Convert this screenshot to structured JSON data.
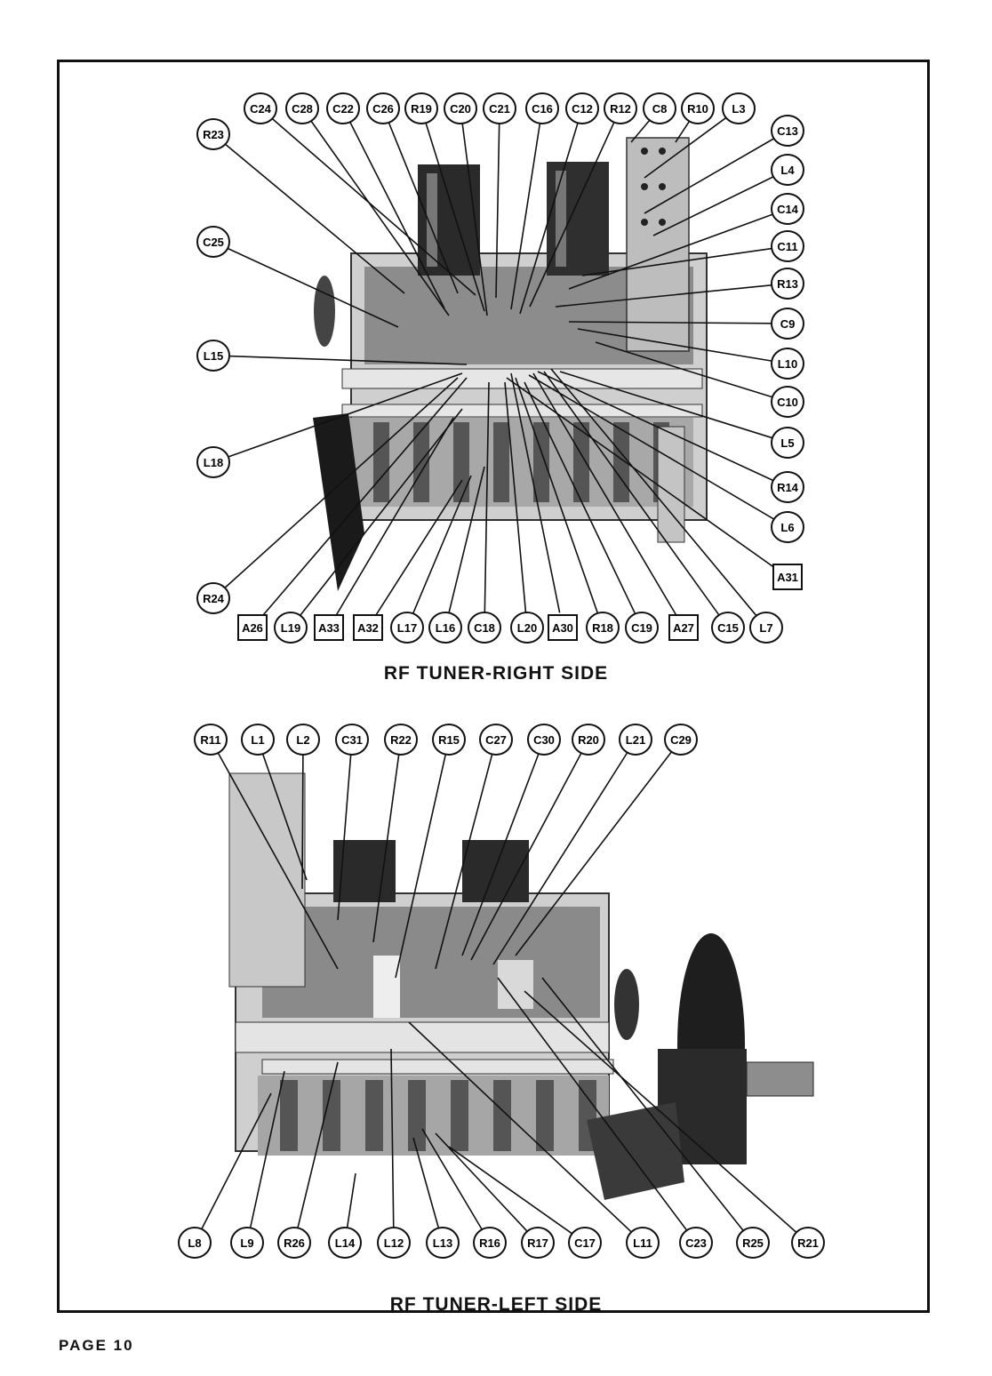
{
  "figures": [
    {
      "caption": "RF TUNER-RIGHT SIDE",
      "callouts": [
        "C24",
        "C28",
        "C22",
        "C26",
        "R19",
        "C20",
        "C21",
        "C16",
        "C12",
        "R12",
        "C8",
        "R10",
        "L3",
        "R23",
        "C25",
        "L15",
        "L18",
        "R24",
        "C13",
        "L4",
        "C14",
        "C11",
        "R13",
        "C9",
        "L10",
        "C10",
        "L5",
        "R14",
        "L6",
        "A31",
        "A26",
        "L19",
        "A33",
        "A32",
        "L17",
        "L16",
        "C18",
        "L20",
        "A30",
        "R18",
        "C19",
        "A27",
        "C15",
        "L7"
      ]
    },
    {
      "caption": "RF TUNER-LEFT SIDE",
      "callouts": [
        "R11",
        "L1",
        "L2",
        "C31",
        "R22",
        "R15",
        "C27",
        "C30",
        "R20",
        "L21",
        "C29",
        "L8",
        "L9",
        "R26",
        "L14",
        "L12",
        "L13",
        "R16",
        "R17",
        "C17",
        "L11",
        "C23",
        "R25",
        "R21"
      ]
    }
  ],
  "footer": {
    "page_label": "PAGE 10"
  }
}
